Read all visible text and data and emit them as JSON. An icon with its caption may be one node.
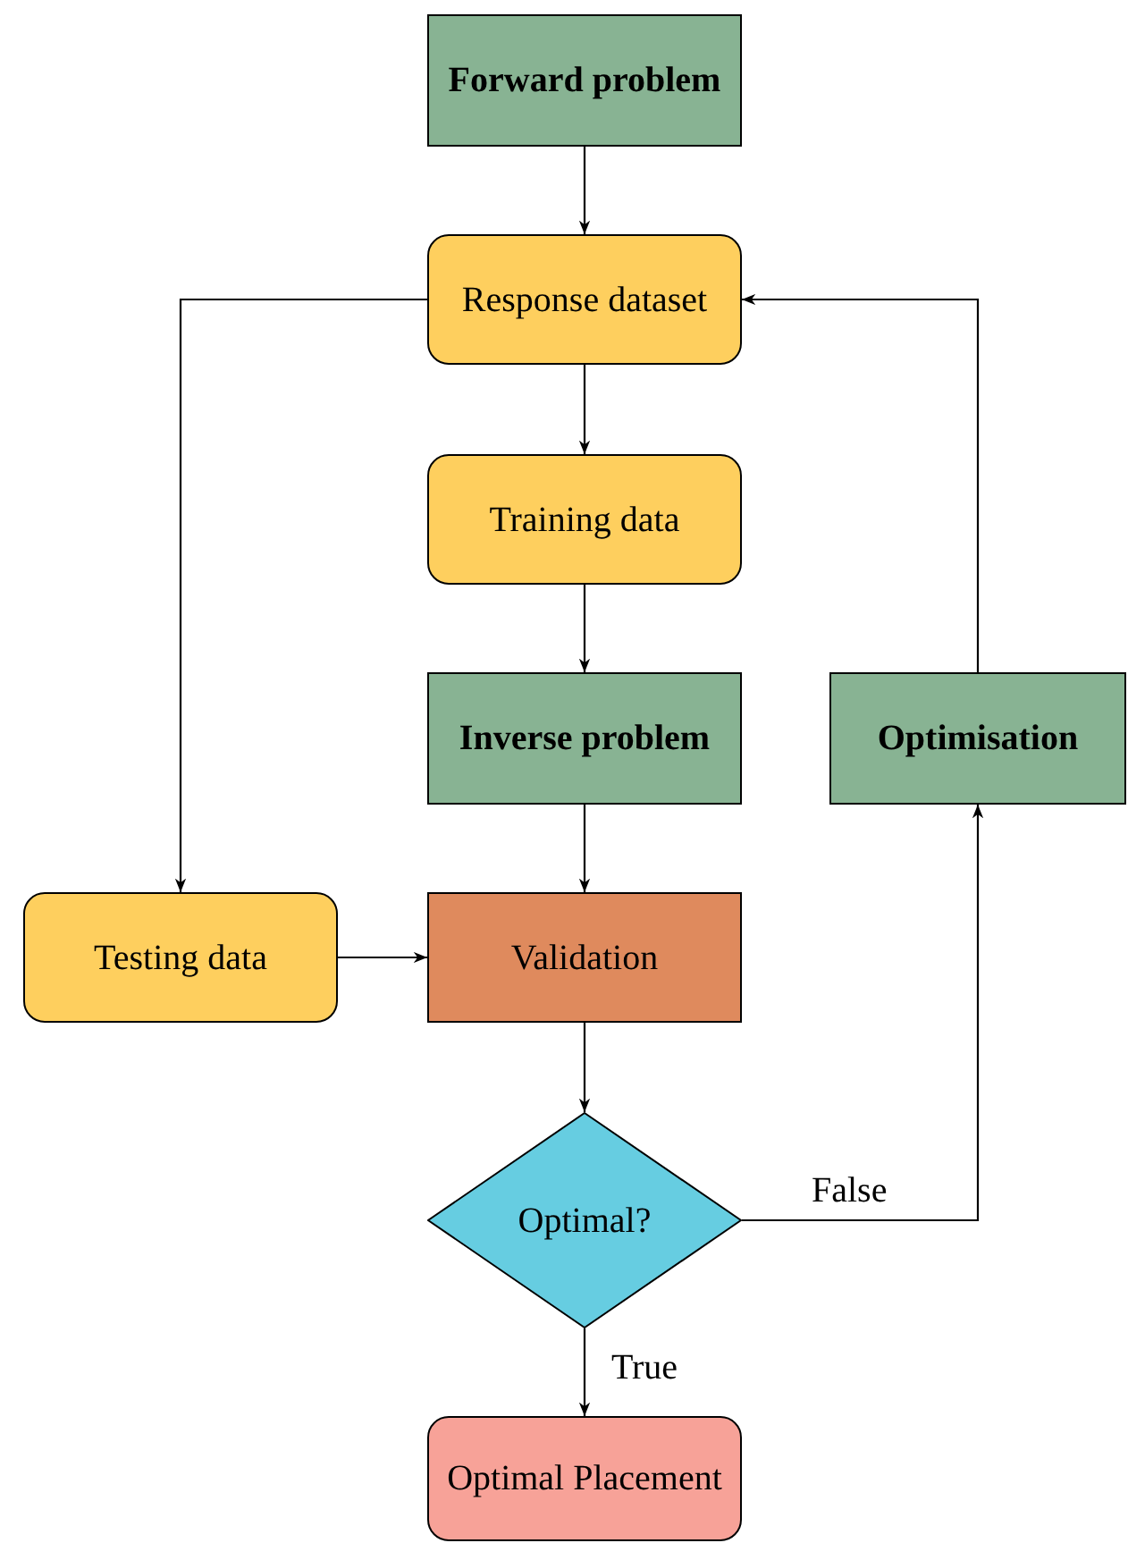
{
  "diagram": {
    "nodes": [
      {
        "text": [
          "Forward problem"
        ]
      },
      {
        "text": [
          "Response dataset"
        ]
      },
      {
        "text": [
          "Training data"
        ]
      },
      {
        "text": [
          "Inverse problem"
        ]
      },
      {
        "text": [
          "Optimisation"
        ]
      },
      {
        "text": [
          "Testing data"
        ]
      },
      {
        "text": [
          "Validation"
        ]
      },
      {
        "text": [
          "Optimal?"
        ]
      },
      {
        "text": [
          "Optimal Placement"
        ]
      }
    ],
    "edges": [
      {
        "from": 0,
        "to": 1,
        "arrow": "to"
      },
      {
        "from": 1,
        "to": 2,
        "arrow": "to"
      },
      {
        "from": 2,
        "to": 3,
        "arrow": "to"
      },
      {
        "from": 3,
        "to": 6,
        "arrow": "to"
      },
      {
        "from": 1,
        "to": 5,
        "arrow": "to"
      },
      {
        "from": 5,
        "to": 6,
        "arrow": "to"
      },
      {
        "from": 6,
        "to": 7,
        "arrow": "to"
      },
      {
        "from": 7,
        "to": 4,
        "arrow": "to",
        "label": "False"
      },
      {
        "from": 4,
        "to": 1,
        "arrow": "to"
      },
      {
        "from": 7,
        "to": 8,
        "arrow": "to",
        "label": "True"
      }
    ]
  }
}
